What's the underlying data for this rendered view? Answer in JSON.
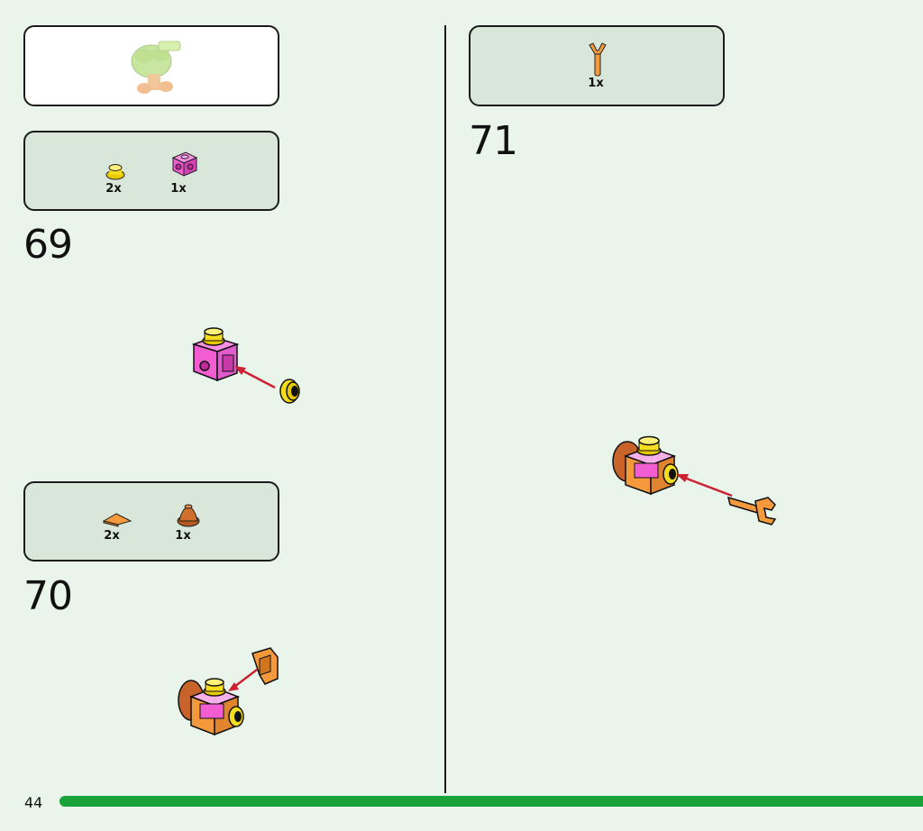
{
  "page": {
    "number": "44"
  },
  "preview": {
    "icon": "completed-tree-preview-icon"
  },
  "steps": [
    {
      "number": "69",
      "parts": [
        {
          "icon": "yellow-round-plate-icon",
          "qty": "2x",
          "color": "#f6dc1f"
        },
        {
          "icon": "pink-brick-with-studs-icon",
          "qty": "1x",
          "color": "#f25ed2"
        }
      ]
    },
    {
      "number": "70",
      "parts": [
        {
          "icon": "orange-corner-tile-icon",
          "qty": "2x",
          "color": "#f59a3c"
        },
        {
          "icon": "brown-cone-icon",
          "qty": "1x",
          "color": "#d0702a"
        }
      ]
    },
    {
      "number": "71",
      "parts": [
        {
          "icon": "orange-claw-bar-icon",
          "qty": "1x",
          "color": "#f59a3c"
        }
      ]
    }
  ],
  "colors": {
    "background": "#e9f4ea",
    "panel": "#d9e7da",
    "progress": "#1aa33a",
    "arrow": "#cc2233"
  }
}
